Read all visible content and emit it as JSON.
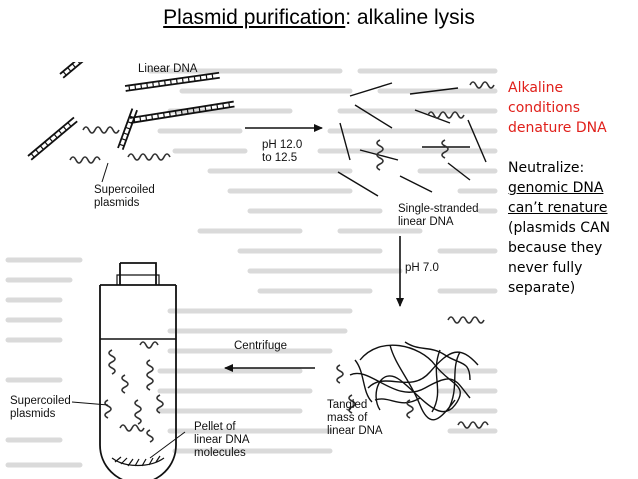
{
  "title": {
    "underlined": "Plasmid purification",
    "rest": ": alkaline lysis"
  },
  "figure": {
    "labels": {
      "linear_dna": "Linear DNA",
      "supercoiled_top_1": "Supercoiled",
      "supercoiled_top_2": "plasmids",
      "ph12_1": "pH 12.0",
      "ph12_2": "to 12.5",
      "single_1": "Single-stranded",
      "single_2": "linear DNA",
      "ph7": "pH 7.0",
      "centrifuge": "Centrifuge",
      "tangled_1": "Tangled",
      "tangled_2": "mass of",
      "tangled_3": "linear DNA",
      "supercoiled_bottom_1": "Supercoiled",
      "supercoiled_bottom_2": "plasmids",
      "pellet_1": "Pellet of",
      "pellet_2": "linear DNA",
      "pellet_3": "molecules"
    }
  },
  "side_notes": {
    "alkaline_1": "Alkaline",
    "alkaline_2": "conditions",
    "alkaline_3": "denature DNA",
    "neutralize": "Neutralize:",
    "genomic_1": "genomic DNA",
    "genomic_2": "can’t renature",
    "plasmids_1": "(plasmids CAN",
    "plasmids_2": "because they",
    "plasmids_3": "never fully",
    "plasmids_4": "separate)"
  },
  "colors": {
    "alkaline_text": "#e0201b",
    "body_text": "#000000",
    "diagram_lines": "#111111",
    "background_text": "#c8c8c8"
  }
}
